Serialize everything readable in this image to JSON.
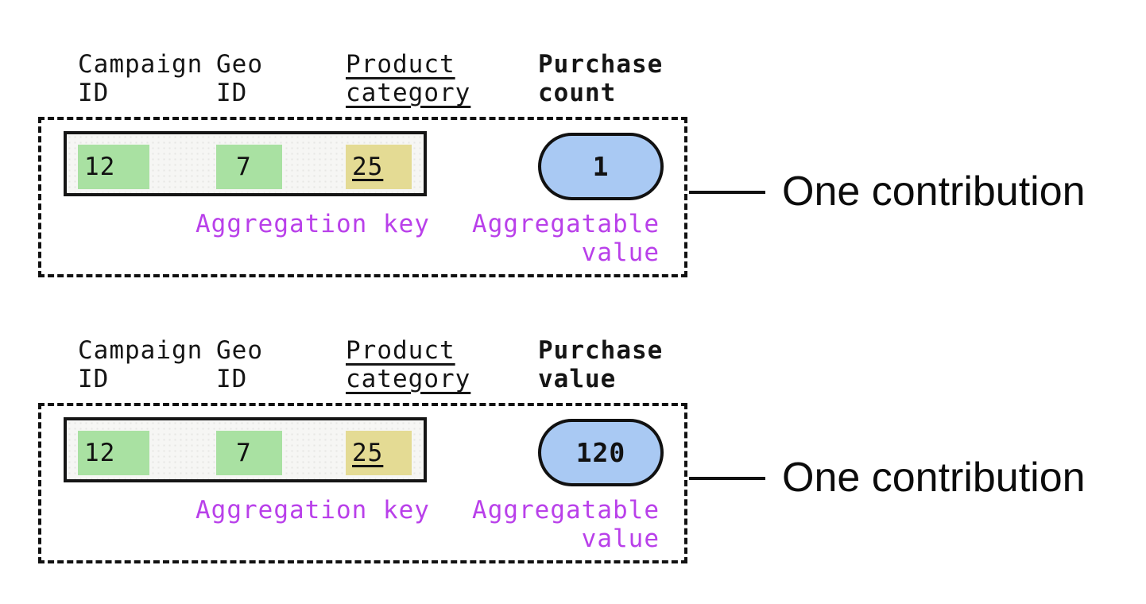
{
  "colors": {
    "aggregation_key_highlight_green": "#a9e1a2",
    "aggregation_key_highlight_yellow": "#e4db94",
    "aggregatable_value_blue": "#a9c9f3",
    "annotation_purple": "#b940ea",
    "outline_black": "#111111",
    "record_background": "#f6f6f4"
  },
  "sections": [
    {
      "columns": [
        {
          "label": "Campaign\nID"
        },
        {
          "label": "Geo\nID"
        },
        {
          "label": "Product\ncategory"
        },
        {
          "label": "Purchase\ncount"
        }
      ],
      "record": {
        "campaign_id": "12",
        "geo_id": "7",
        "product_category": "25"
      },
      "aggregatable_value": "1",
      "aggregation_key_label": "Aggregation key",
      "aggregatable_value_label": "Aggregatable\nvalue",
      "annotation": "One contribution"
    },
    {
      "columns": [
        {
          "label": "Campaign\nID"
        },
        {
          "label": "Geo\nID"
        },
        {
          "label": "Product\ncategory"
        },
        {
          "label": "Purchase\nvalue"
        }
      ],
      "record": {
        "campaign_id": "12",
        "geo_id": "7",
        "product_category": "25"
      },
      "aggregatable_value": "120",
      "aggregation_key_label": "Aggregation key",
      "aggregatable_value_label": "Aggregatable\nvalue",
      "annotation": "One contribution"
    }
  ]
}
